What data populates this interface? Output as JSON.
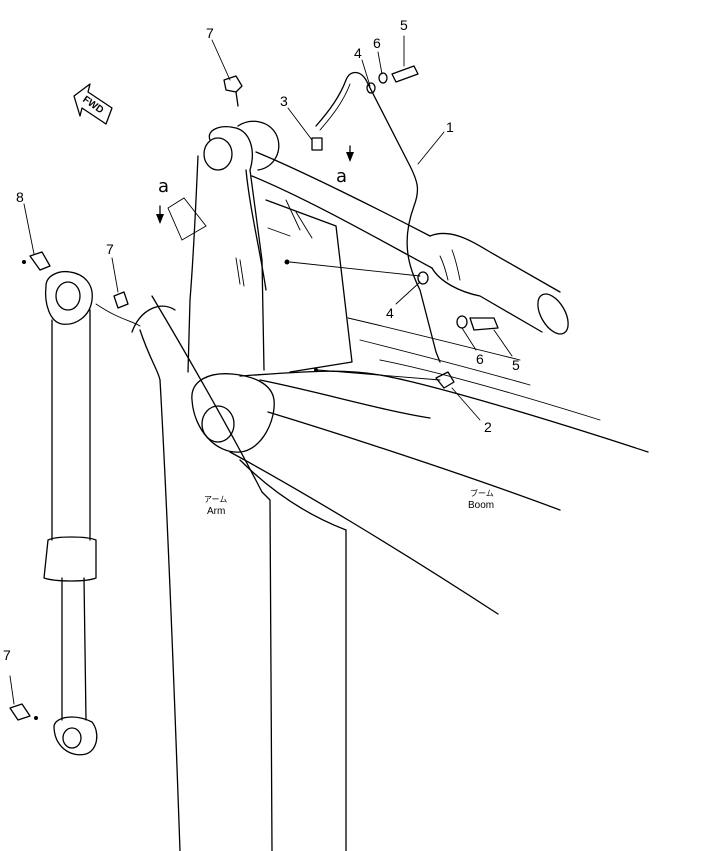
{
  "callouts": {
    "c1": "1",
    "c2": "2",
    "c3": "3",
    "c4_top": "4",
    "c4_mid": "4",
    "c5_top": "5",
    "c5_mid": "5",
    "c6_top": "6",
    "c6_mid": "6",
    "c7_top": "7",
    "c7_mid": "7",
    "c7_bottom": "7",
    "c8": "8"
  },
  "view_markers": {
    "a_left": "a",
    "a_right": "a"
  },
  "direction": {
    "label": "FWD"
  },
  "parts": {
    "arm_jp": "アーム",
    "arm_en": "Arm",
    "boom_jp": "ブーム",
    "boom_en": "Boom"
  }
}
